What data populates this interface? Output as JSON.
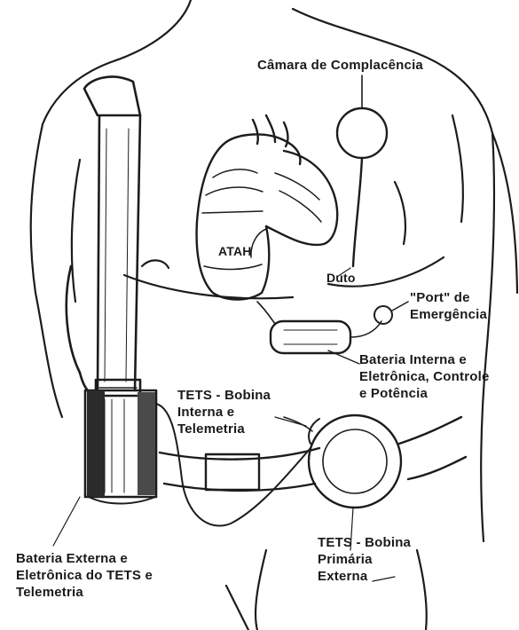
{
  "labels": {
    "camara": "Câmara de Complacência",
    "atah": "ATAH",
    "duto": "Duto",
    "port": [
      "\"Port\" de",
      "Emergência"
    ],
    "bateria_interna": [
      "Bateria Interna e",
      "Eletrônica, Controle",
      "e Potência"
    ],
    "tets_interna": [
      "TETS - Bobina",
      "Interna e",
      "Telemetria"
    ],
    "tets_primaria": [
      "TETS - Bobina",
      "Primária",
      "Externa"
    ],
    "bateria_externa": [
      "Bateria Externa e",
      "Eletrônica do TETS e",
      "Telemetria"
    ]
  }
}
